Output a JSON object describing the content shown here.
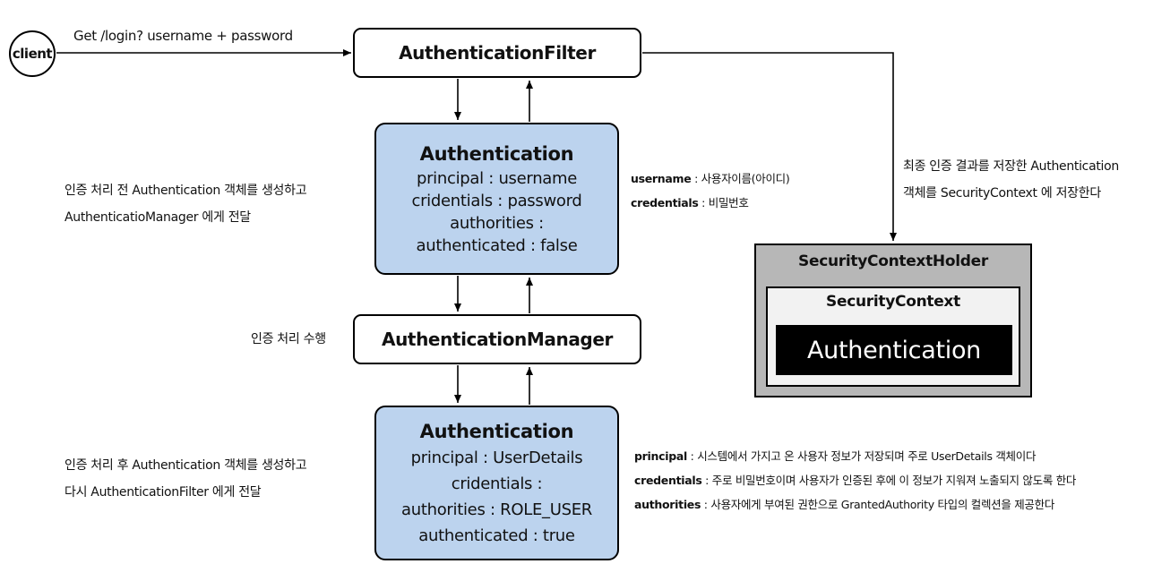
{
  "client": {
    "label": "client"
  },
  "request": {
    "label": "Get /login? username + password"
  },
  "filter": {
    "label": "AuthenticationFilter"
  },
  "manager": {
    "label": "AuthenticationManager"
  },
  "auth_before": {
    "title": "Authentication",
    "lines": [
      "principal : username",
      "cridentials : password",
      "authorities :",
      "authenticated : false"
    ]
  },
  "auth_after": {
    "title": "Authentication",
    "lines": [
      "principal : UserDetails",
      "cridentials :",
      "authorities : ROLE_USER",
      "authenticated : true"
    ]
  },
  "notes": {
    "before": [
      "인증 처리 전 Authentication 객체를 생성하고",
      "AuthenticatioManager 에게 전달"
    ],
    "perform": "인증 처리 수행",
    "after": [
      "인증 처리 후 Authentication 객체를 생성하고",
      "다시 AuthenticationFilter 에게 전달"
    ],
    "save": [
      "최종 인증 결과를 저장한 Authentication",
      "객체를 SecurityContext 에 저장한다"
    ]
  },
  "field_desc_before": [
    {
      "key": "username",
      "desc": " : 사용자이름(아이디)"
    },
    {
      "key": "credentials",
      "desc": " : 비밀번호"
    }
  ],
  "field_desc_after": [
    {
      "key": "principal",
      "desc": " : 시스템에서 가지고 온 사용자 정보가 저장되며 주로 UserDetails 객체이다"
    },
    {
      "key": "credentials",
      "desc": " : 주로 비밀번호이며 사용자가 인증된 후에 이 정보가 지워져 노출되지 않도록 한다"
    },
    {
      "key": "authorities",
      "desc": " : 사용자에게 부여된 권한으로 GrantedAuthority 타입의 컬렉션을 제공한다"
    }
  ],
  "holder": {
    "title": "SecurityContextHolder",
    "context_title": "SecurityContext",
    "inner": "Authentication"
  }
}
